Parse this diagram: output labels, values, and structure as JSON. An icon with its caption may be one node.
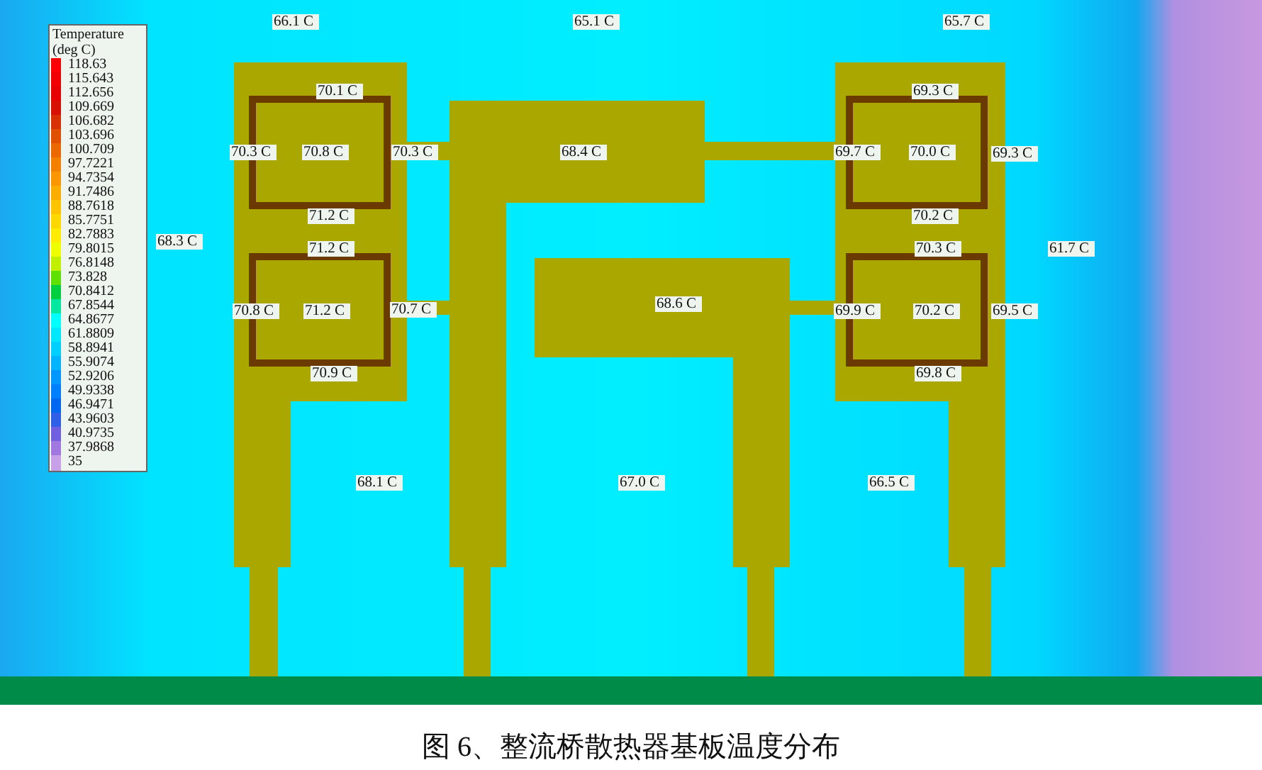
{
  "diagram": {
    "caption": "图 6、整流桥散热器基板温度分布",
    "labels": [
      "Temperature (deg C)",
      "66.1 C",
      "65.1 C",
      "65.7 C",
      "70.1 C",
      "69.3 C",
      "70.3 C",
      "70.8 C",
      "70.3 C",
      "68.4 C",
      "69.7 C",
      "70.0 C",
      "69.3 C",
      "71.2 C",
      "70.2 C",
      "68.3 C",
      "71.2 C",
      "70.3 C",
      "61.7 C",
      "68.6 C",
      "70.8 C",
      "71.2 C",
      "70.7 C",
      "69.9 C",
      "70.2 C",
      "69.5 C",
      "70.9 C",
      "69.8 C",
      "68.1 C",
      "67.0 C",
      "66.5 C"
    ],
    "legend": [
      {
        "text": "118.63",
        "color": "#ff0000"
      },
      {
        "text": "115.643",
        "color": "#f20000"
      },
      {
        "text": "112.656",
        "color": "#e60000"
      },
      {
        "text": "109.669",
        "color": "#d81000"
      },
      {
        "text": "106.682",
        "color": "#d83000"
      },
      {
        "text": "103.696",
        "color": "#e05000"
      },
      {
        "text": "100.709",
        "color": "#ec6800"
      },
      {
        "text": "97.7221",
        "color": "#f58000"
      },
      {
        "text": "94.7354",
        "color": "#fa9600"
      },
      {
        "text": "91.7486",
        "color": "#fcae00"
      },
      {
        "text": "88.7618",
        "color": "#ffc400"
      },
      {
        "text": "85.7751",
        "color": "#ffd800"
      },
      {
        "text": "82.7883",
        "color": "#ffec00"
      },
      {
        "text": "79.8015",
        "color": "#f0ff00"
      },
      {
        "text": "76.8148",
        "color": "#c0f000"
      },
      {
        "text": "73.828",
        "color": "#60e000"
      },
      {
        "text": "70.8412",
        "color": "#00d040"
      },
      {
        "text": "67.8544",
        "color": "#00e8a0"
      },
      {
        "text": "64.8677",
        "color": "#00ffff"
      },
      {
        "text": "61.8809",
        "color": "#00e8ff"
      },
      {
        "text": "58.8941",
        "color": "#00d0ff"
      },
      {
        "text": "55.9074",
        "color": "#00b4ff"
      },
      {
        "text": "52.9206",
        "color": "#0098ff"
      },
      {
        "text": "49.9338",
        "color": "#0080ff"
      },
      {
        "text": "46.9471",
        "color": "#0068f0"
      },
      {
        "text": "43.9603",
        "color": "#3060e8"
      },
      {
        "text": "40.9735",
        "color": "#7060e0"
      },
      {
        "text": "37.9868",
        "color": "#a078e0"
      },
      {
        "text": "35",
        "color": "#c8a0e8"
      }
    ]
  }
}
